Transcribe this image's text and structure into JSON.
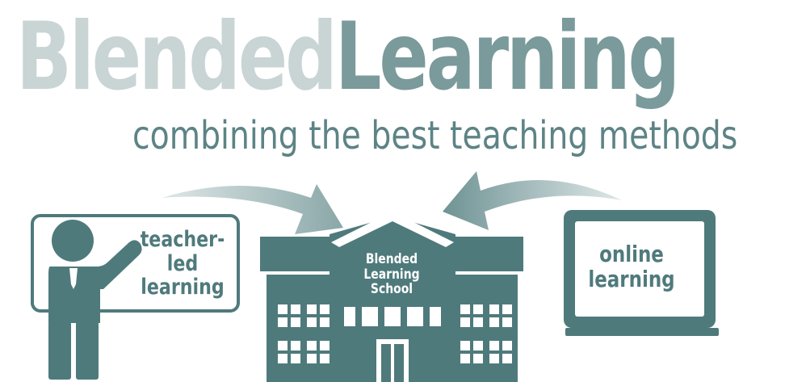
{
  "title": {
    "word1": "Blended",
    "word2": "Learning"
  },
  "subtitle": "combining the best teaching methods",
  "teacher": {
    "label_line1": "teacher-",
    "label_line2": "led",
    "label_line3": "learning"
  },
  "school": {
    "line1": "Blended",
    "line2": "Learning",
    "line3": "School"
  },
  "online": {
    "line1": "online",
    "line2": "learning"
  },
  "colors": {
    "accent": "#4f7a7c",
    "light": "#c9d4d4",
    "mid": "#7a9a9b"
  }
}
